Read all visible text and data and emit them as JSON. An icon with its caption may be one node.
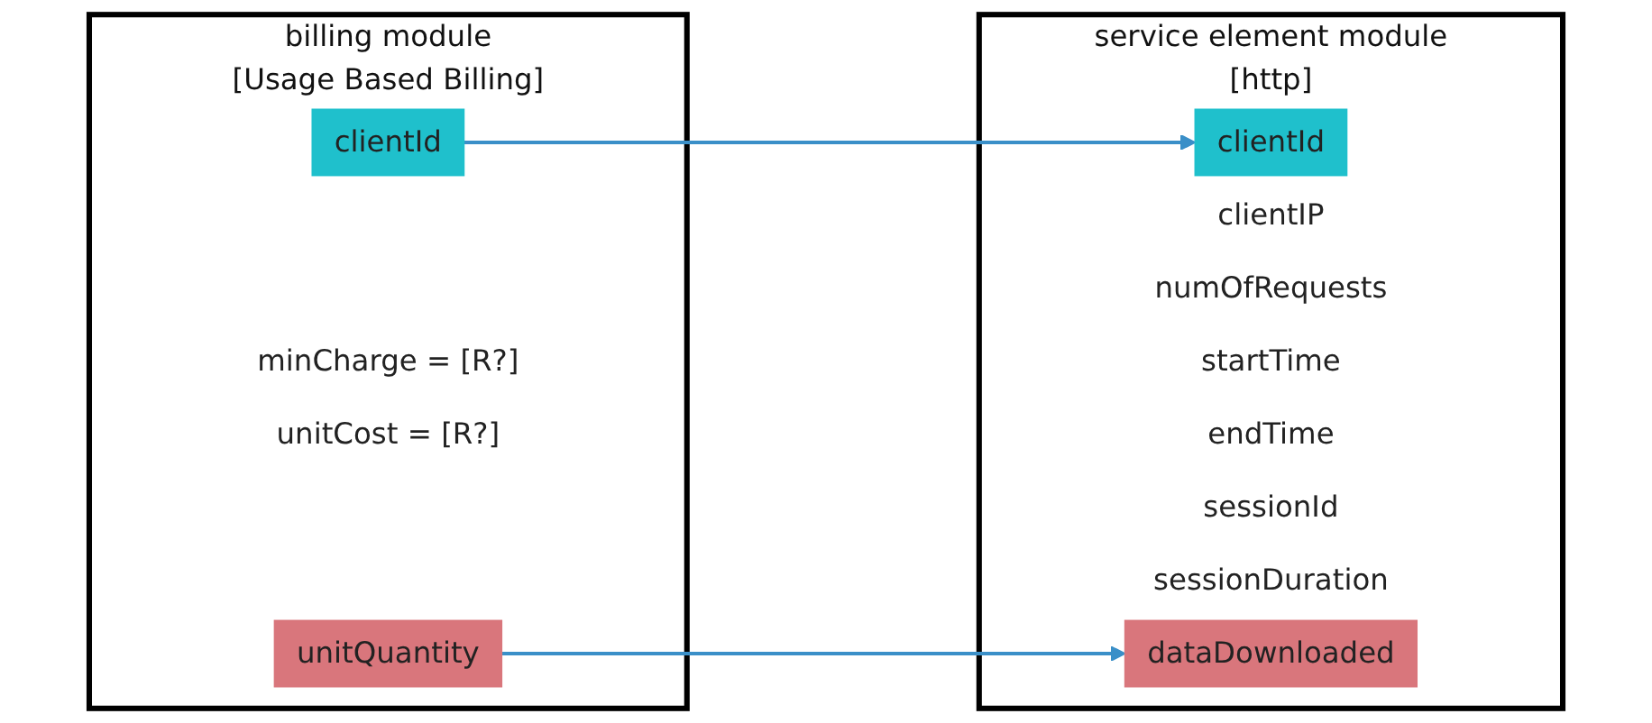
{
  "diagram": {
    "nodes": [
      {
        "text": [
          "billing module",
          "[Usage Based Billing]"
        ]
      },
      {
        "text": [
          "clientId"
        ],
        "in": 0
      },
      {
        "text": [
          "minCharge = [R?]"
        ],
        "in": 0
      },
      {
        "text": [
          "unitCost = [R?]"
        ],
        "in": 0
      },
      {
        "text": [
          "unitQuantity"
        ],
        "in": 0
      },
      {
        "text": [
          "service element module",
          "[http]"
        ]
      },
      {
        "text": [
          "clientId"
        ],
        "in": 5
      },
      {
        "text": [
          "clientIP"
        ],
        "in": 5
      },
      {
        "text": [
          "numOfRequests"
        ],
        "in": 5
      },
      {
        "text": [
          "startTime"
        ],
        "in": 5
      },
      {
        "text": [
          "endTime"
        ],
        "in": 5
      },
      {
        "text": [
          "sessionId"
        ],
        "in": 5
      },
      {
        "text": [
          "sessionDuration"
        ],
        "in": 5
      },
      {
        "text": [
          "dataDownloaded"
        ],
        "in": 5
      }
    ],
    "edges": [
      {
        "from": 1,
        "to": 6,
        "arrow": "to"
      },
      {
        "from": 4,
        "to": 13,
        "arrow": "to"
      }
    ]
  }
}
